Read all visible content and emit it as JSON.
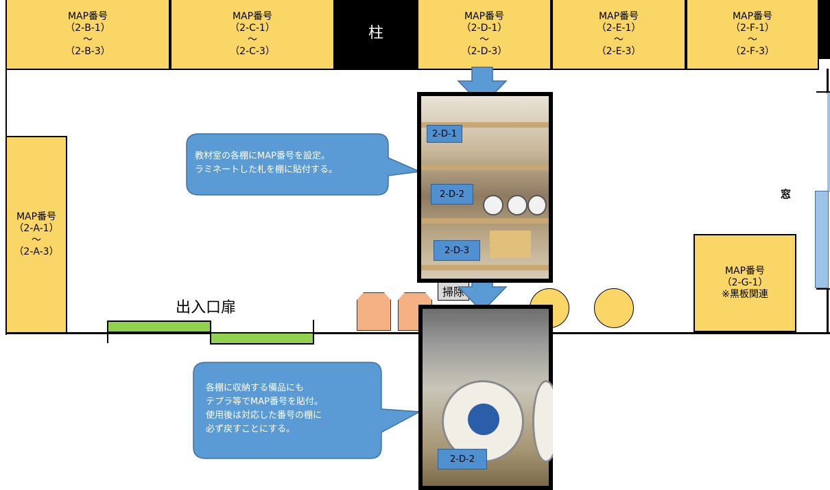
{
  "shelves": {
    "b": {
      "title": "MAP番号",
      "from": "（2-B-1）",
      "tilde": "～",
      "to": "（2-B-3）"
    },
    "c": {
      "title": "MAP番号",
      "from": "（2-C-1）",
      "tilde": "～",
      "to": "（2-C-3）"
    },
    "d": {
      "title": "MAP番号",
      "from": "（2-D-1）",
      "tilde": "～",
      "to": "（2-D-3）"
    },
    "e": {
      "title": "MAP番号",
      "from": "（2-E-1）",
      "tilde": "～",
      "to": "（2-E-3）"
    },
    "f": {
      "title": "MAP番号",
      "from": "（2-F-1）",
      "tilde": "～",
      "to": "（2-F-3）"
    },
    "a": {
      "title": "MAP番号",
      "from": "（2-A-1）",
      "tilde": "～",
      "to": "（2-A-3）"
    },
    "g": {
      "title": "MAP番号",
      "from": "（2-G-1）",
      "note": "※黒板関連"
    }
  },
  "labels": {
    "pillar": "柱",
    "window": "窓",
    "entrance": "出入口扉",
    "cleaning": "掃除"
  },
  "photo_tags": {
    "d1": "2-D-1",
    "d2": "2-D-2",
    "d3": "2-D-3",
    "item": "2-D-2"
  },
  "callouts": {
    "top": [
      "教材室の各棚にMAP番号を設定。",
      "ラミネートした札を棚に貼付する。"
    ],
    "bottom": [
      "各棚に収納する備品にも",
      "テプラ等でMAP番号を貼付。",
      "使用後は対応した番号の棚に",
      "必ず戻すことにする。"
    ]
  },
  "colors": {
    "shelf": "#fad667",
    "callout": "#5b9bd5",
    "tag": "#4f90d0",
    "door": "#92d050",
    "seat": "#f4b183",
    "window": "#9dc3e6"
  }
}
